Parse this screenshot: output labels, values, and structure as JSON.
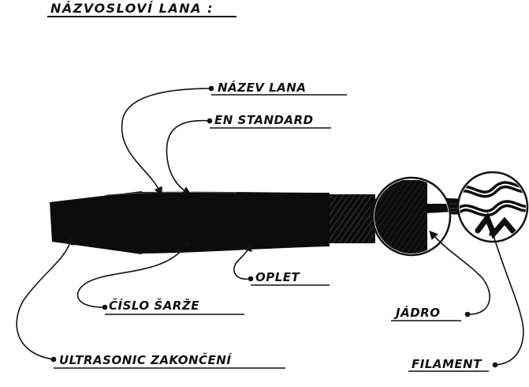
{
  "title": "NÁZVOSLOVÍ LANA :",
  "labels": {
    "nazev_lana": "NÁZEV LANA",
    "en_standard": "EN STANDARD",
    "oplet": "OPLET",
    "cislo_sarze": "ČÍSLO ŠARŽE",
    "jadro": "JÁDRO",
    "filament": "FILAMENT",
    "ultrasonic": "ULTRASONIC ZAKONČENÍ"
  },
  "colors": {
    "ink": "#111111",
    "rope": "#0c0c0c",
    "core_stripe": "#3a3a3a",
    "paper": "#ffffff"
  },
  "icons": {
    "core_magnifier": "circle-magnifier",
    "filament_magnifier": "circle-magnifier"
  }
}
